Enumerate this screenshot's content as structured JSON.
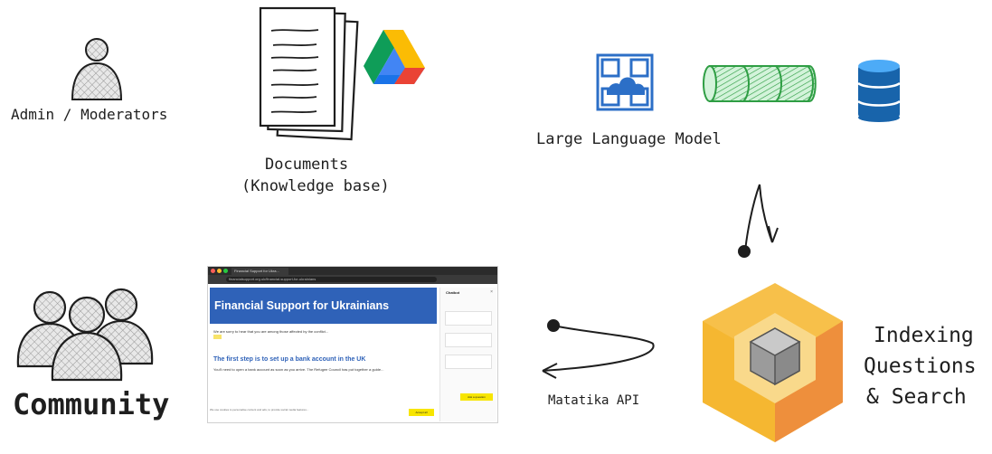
{
  "labels": {
    "admin": "Admin / Moderators",
    "documents_line1": "Documents",
    "documents_line2": "(Knowledge base)",
    "llm": "Large Language Model",
    "community": "Community",
    "matatika_api": "Matatika API",
    "indexing_line1": "Indexing",
    "indexing_line2": "Questions",
    "indexing_line3": "& Search"
  },
  "browser": {
    "tab_title": "Financial Support for Ukra...",
    "url": "financialsupport.org.uk/financial-support-for-ukrainians",
    "heading": "Financial Support for Ukrainians",
    "intro": "We are sorry to hear that you are among those affected by the conflict...",
    "sub_heading": "The first step is to set up a bank account in the UK",
    "body_text": "You'll need to open a bank account as soon as you arrive. The Refugee Council has put together a guide...",
    "chat_title": "Chatbot",
    "chat_button": "Ask a question",
    "footer_text": "We use cookies to personalise content and ads, to provide social media features...",
    "footer_button": "Accept all"
  },
  "colors": {
    "ink": "#1e1e1e",
    "person_fill": "#c8c8c8",
    "cylinder_green": "#2f9e44",
    "azure_blue": "#2c6fc7",
    "db_blue": "#1864ab",
    "cube_yellow": "#f7c04a",
    "cube_orange": "#ee8f3c",
    "hero_blue": "#2f62b8",
    "highlight_yellow": "#f7e36a"
  },
  "icons": [
    "person-icon",
    "documents-icon",
    "google-drive-icon",
    "azure-cognitive-icon",
    "cylinder-icon",
    "database-icon",
    "community-icon",
    "cube-icon"
  ]
}
